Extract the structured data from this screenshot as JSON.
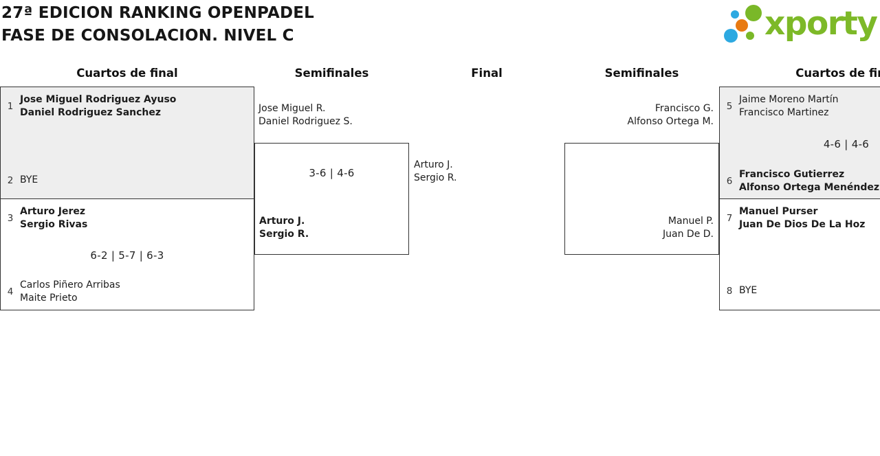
{
  "title": {
    "line1": "27ª EDICION RANKING OPENPADEL",
    "line2": "FASE DE CONSOLACION. NIVEL C"
  },
  "logo": {
    "text": "xporty"
  },
  "round_headers": {
    "left_qf": "Cuartos de final",
    "left_sf": "Semifinales",
    "final": "Final",
    "right_sf": "Semifinales",
    "right_qf": "Cuartos de final"
  },
  "matches": {
    "left_qf_1": {
      "team1": {
        "seed": "1",
        "line1": "Jose Miguel Rodriguez Ayuso",
        "line2": "Daniel Rodriguez Sanchez"
      },
      "team2": {
        "seed": "2",
        "line1": "BYE",
        "line2": ""
      },
      "score": ""
    },
    "left_qf_2": {
      "team1": {
        "seed": "3",
        "line1": "Arturo Jerez",
        "line2": "Sergio Rivas"
      },
      "team2": {
        "seed": "4",
        "line1": "Carlos Piñero Arribas",
        "line2": "Maite Prieto"
      },
      "score": "6-2 | 5-7 | 6-3"
    },
    "left_sf": {
      "team1": {
        "line1": "Jose Miguel R.",
        "line2": "Daniel Rodriguez S."
      },
      "team2": {
        "line1": "Arturo J.",
        "line2": "Sergio R."
      },
      "score": "3-6 | 4-6"
    },
    "final": {
      "team1": {
        "line1": "Arturo J.",
        "line2": "Sergio R."
      }
    },
    "right_sf": {
      "team1": {
        "line1": "Francisco G.",
        "line2": "Alfonso Ortega M."
      },
      "team2": {
        "line1": "Manuel P.",
        "line2": "Juan De D."
      },
      "score": ""
    },
    "right_qf_1": {
      "team1": {
        "seed": "5",
        "line1": "Jaime Moreno Martín",
        "line2": "Francisco Martinez"
      },
      "team2": {
        "seed": "6",
        "line1": "Francisco Gutierrez",
        "line2": "Alfonso Ortega Menéndez"
      },
      "score": "4-6 | 4-6"
    },
    "right_qf_2": {
      "team1": {
        "seed": "7",
        "line1": "Manuel Purser",
        "line2": "Juan De Dios De La Hoz"
      },
      "team2": {
        "seed": "8",
        "line1": "BYE",
        "line2": ""
      },
      "score": ""
    }
  },
  "colors": {
    "accent_green": "#7db928",
    "dot_blue": "#2da9e1",
    "dot_orange": "#e87a12",
    "bye_box_bg": "#eeeeee",
    "border": "#333333"
  }
}
